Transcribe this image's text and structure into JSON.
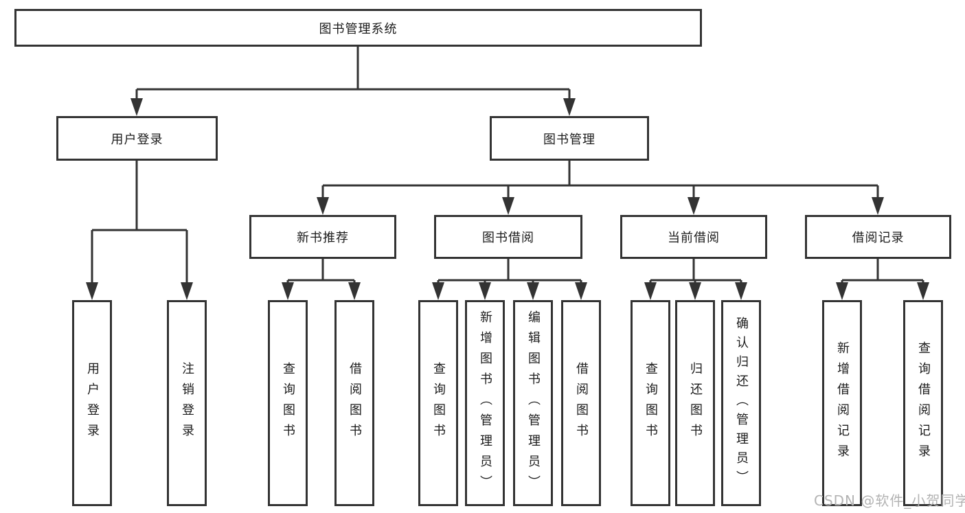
{
  "colors": {
    "line": "#333333",
    "box_border": "#333333",
    "box_fill": "#ffffff",
    "text": "#1b1b1b",
    "watermark": "#b3b3b3"
  },
  "watermark": {
    "text": "CSDN @软件_小贺同学"
  },
  "tree": {
    "label": "图书管理系统",
    "children": [
      {
        "label": "用户登录",
        "children": [
          {
            "label": "用户登录"
          },
          {
            "label": "注销登录"
          }
        ]
      },
      {
        "label": "图书管理",
        "children": [
          {
            "label": "新书推荐",
            "children": [
              {
                "label": "查询图书"
              },
              {
                "label": "借阅图书"
              }
            ]
          },
          {
            "label": "图书借阅",
            "children": [
              {
                "label": "查询图书"
              },
              {
                "label": "新增图书（管理员）"
              },
              {
                "label": "编辑图书（管理员）"
              },
              {
                "label": "借阅图书"
              }
            ]
          },
          {
            "label": "当前借阅",
            "children": [
              {
                "label": "查询图书"
              },
              {
                "label": "归还图书"
              },
              {
                "label": "确认归还（管理员）"
              }
            ]
          },
          {
            "label": "借阅记录",
            "children": [
              {
                "label": "新增借阅记录"
              },
              {
                "label": "查询借阅记录"
              }
            ]
          }
        ]
      }
    ]
  }
}
